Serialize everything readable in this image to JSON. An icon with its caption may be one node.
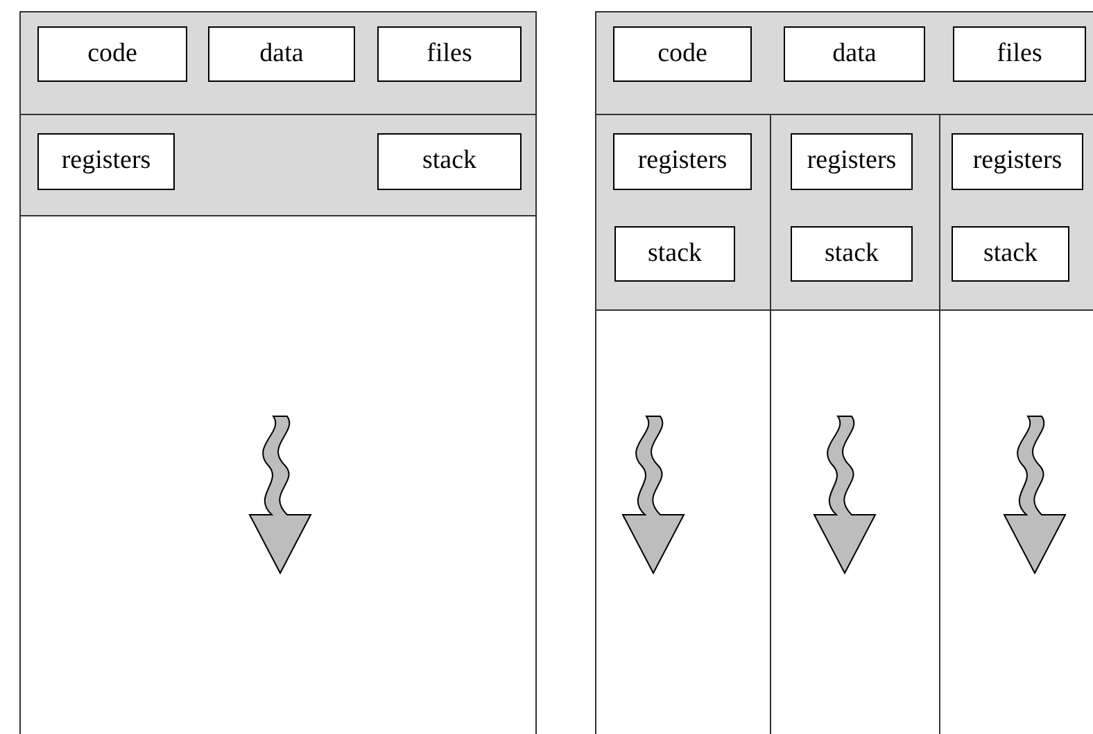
{
  "diagram": {
    "nodes": [
      {
        "text": [],
        "shape": "box"
      },
      {
        "text": [
          "code"
        ],
        "in": 0
      },
      {
        "text": [
          "data"
        ],
        "in": 0
      },
      {
        "text": [
          "files"
        ],
        "in": 0
      },
      {
        "text": [
          "registers"
        ],
        "in": 0
      },
      {
        "text": [
          "stack"
        ],
        "in": 0
      },
      {
        "text": [],
        "shape": "box"
      },
      {
        "text": [
          "code"
        ],
        "in": 6
      },
      {
        "text": [
          "data"
        ],
        "in": 6
      },
      {
        "text": [
          "files"
        ],
        "in": 6
      },
      {
        "text": [],
        "shape": "box",
        "in": 6
      },
      {
        "text": [
          "registers"
        ],
        "in": 10
      },
      {
        "text": [
          "stack"
        ],
        "in": 10
      },
      {
        "text": [],
        "shape": "box",
        "in": 6
      },
      {
        "text": [
          "registers"
        ],
        "in": 13
      },
      {
        "text": [
          "stack"
        ],
        "in": 13
      },
      {
        "text": [],
        "shape": "box",
        "in": 6
      },
      {
        "text": [
          "registers"
        ],
        "in": 16
      },
      {
        "text": [
          "stack"
        ],
        "in": 16
      }
    ]
  }
}
